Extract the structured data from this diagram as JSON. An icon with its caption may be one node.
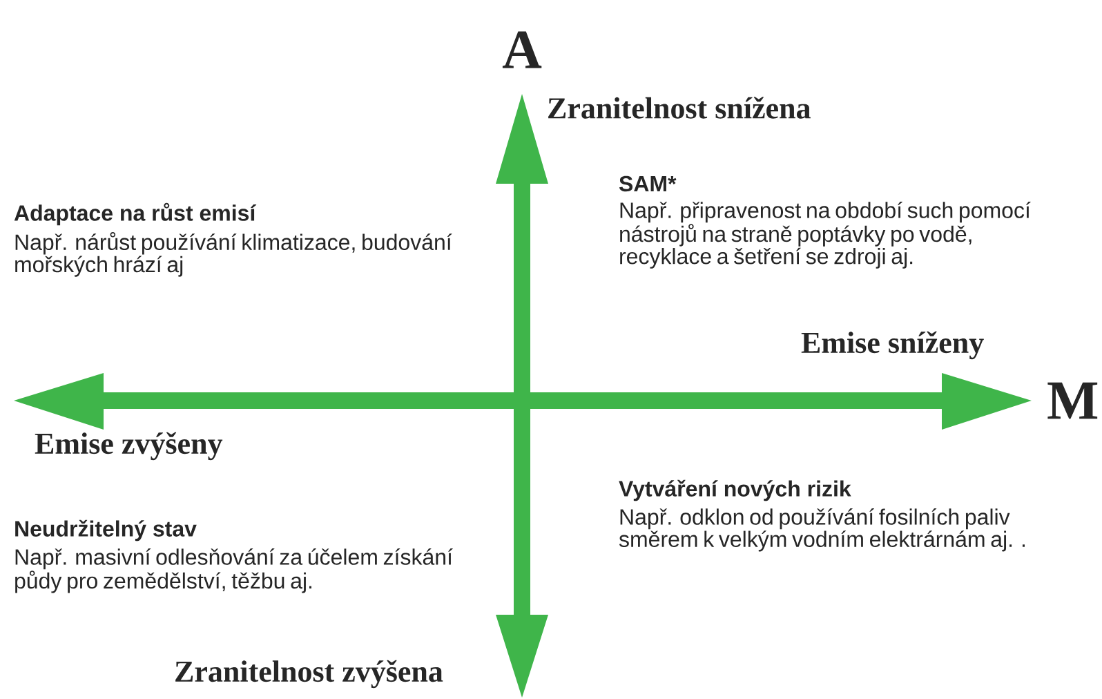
{
  "diagram": {
    "labels": [
      "A",
      "Zranitelnost snížena",
      "Adaptace na růst emisí",
      "Např. nárůst používání klimatizace, budování mořských hrází aj",
      "SAM*",
      "Např. připravenost na období such pomocí nástrojů na straně poptávky po vodě, recyklace a šetření se zdroji aj.",
      "Emise sníženy",
      "M",
      "Emise zvýšeny",
      "Vytváření nových rizik",
      "Např. odklon od používání fosilních paliv směrem k velkým vodním elektrárnám aj.  .",
      "Neudržitelný stav",
      "Např. masivní odlesňování za účelem získání půdy pro zemědělství, těžbu aj.",
      "Zranitelnost zvýšena"
    ]
  }
}
